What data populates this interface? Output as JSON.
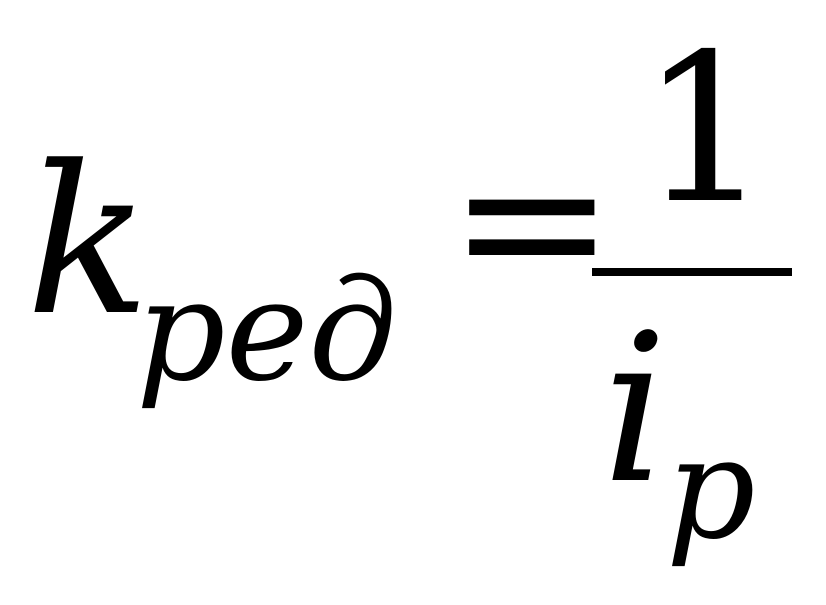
{
  "formula": {
    "lhs_symbol": "k",
    "lhs_subscript": "ред",
    "operator": "=",
    "numerator": "1",
    "denominator_symbol": "i",
    "denominator_subscript": "р"
  }
}
